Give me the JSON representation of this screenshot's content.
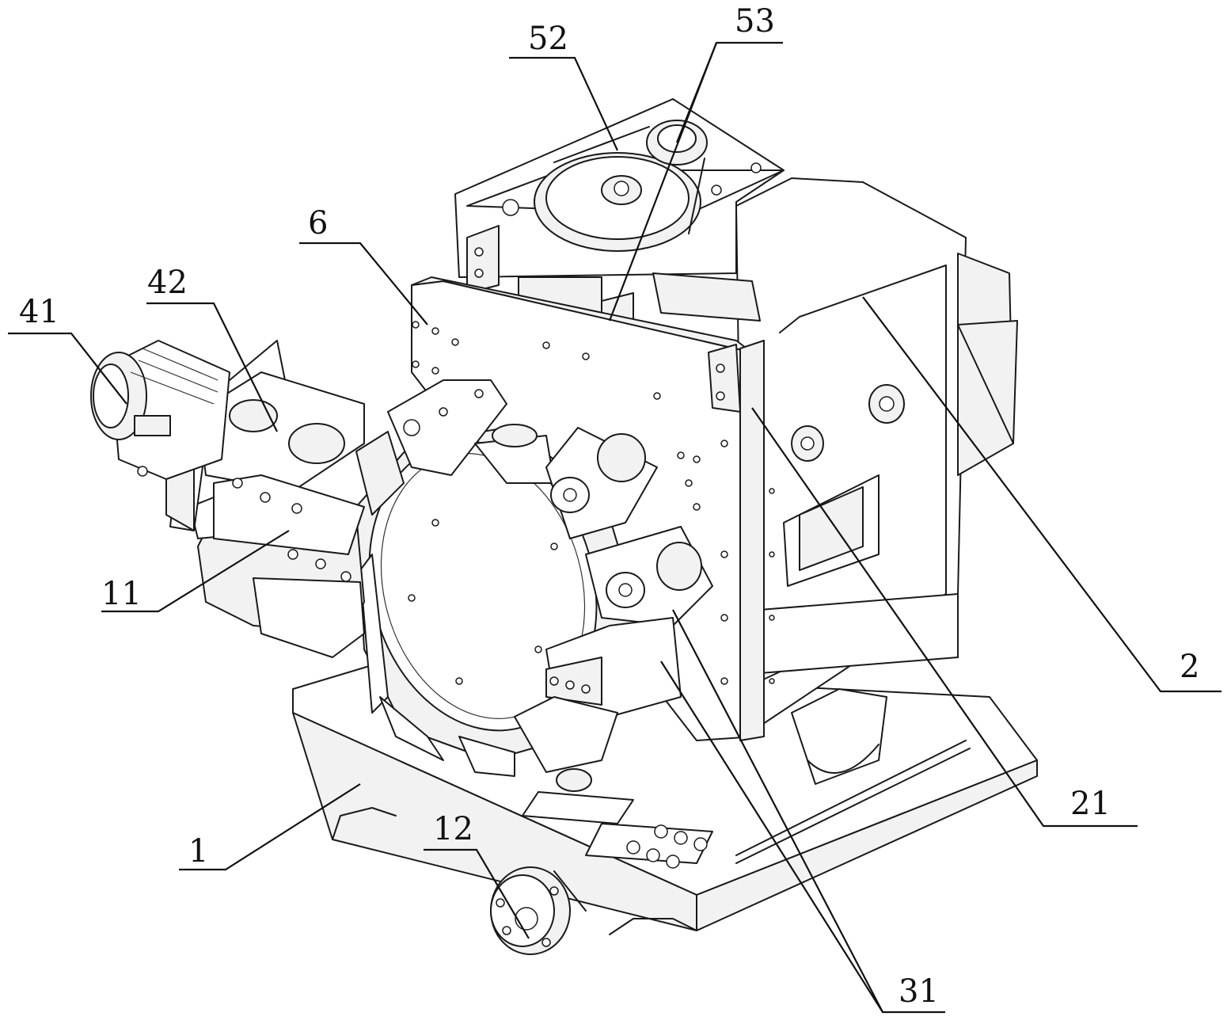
{
  "callouts": [
    {
      "id": "c41",
      "text": "41"
    },
    {
      "id": "c42",
      "text": "42"
    },
    {
      "id": "c52",
      "text": "52"
    },
    {
      "id": "c53",
      "text": "53"
    },
    {
      "id": "c6",
      "text": "6"
    },
    {
      "id": "c11",
      "text": "11"
    },
    {
      "id": "c2",
      "text": "2"
    },
    {
      "id": "c21",
      "text": "21"
    },
    {
      "id": "c1",
      "text": "1"
    },
    {
      "id": "c12",
      "text": "12"
    },
    {
      "id": "c31",
      "text": "31"
    }
  ]
}
